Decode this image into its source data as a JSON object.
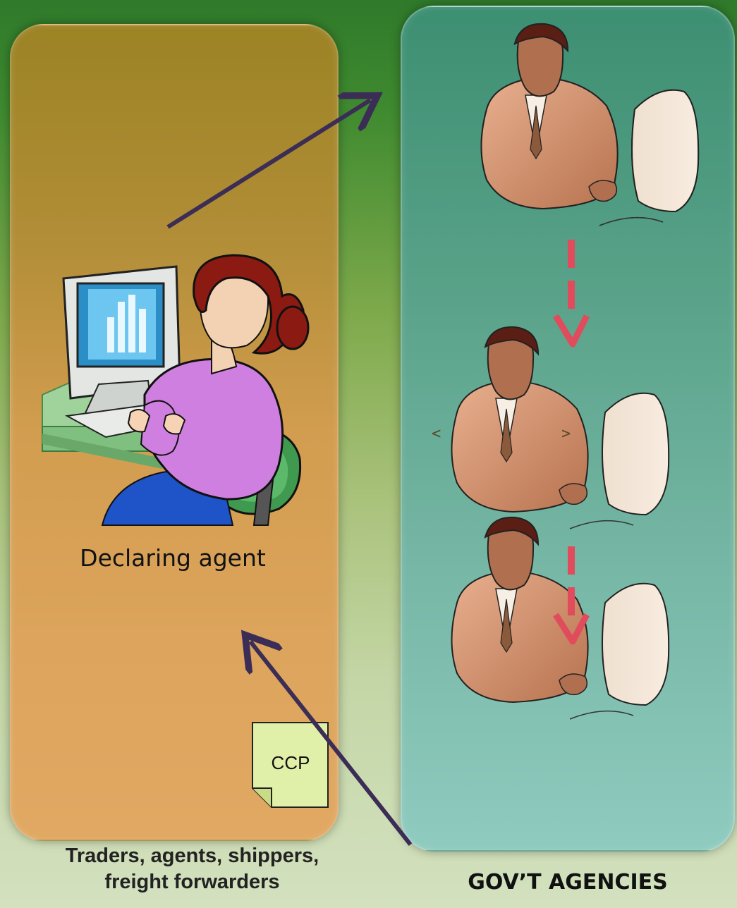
{
  "diagram": {
    "left_group": {
      "figure_label": "Declaring  agent",
      "caption_line1": "Traders, agents, shippers,",
      "caption_line2": "freight forwarders"
    },
    "document": {
      "label": "CCP"
    },
    "right_group": {
      "caption": "GOV’T AGENCIES"
    },
    "colors": {
      "left_panel": "#d29d4f",
      "right_panel": "#5aa38a",
      "arrow": "#3b2d55",
      "flow_arrow": "#e04c5c"
    },
    "icons": [
      "woman-at-computer-icon",
      "officer-at-computer-icon",
      "document-icon",
      "arrow-icon"
    ]
  }
}
